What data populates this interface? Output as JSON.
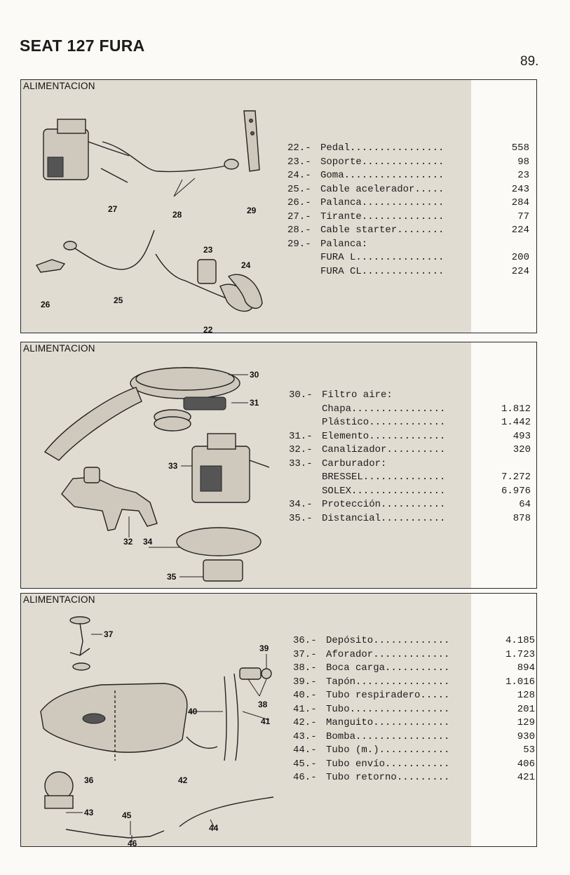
{
  "header": {
    "title": "SEAT 127 FURA",
    "page_number": "89."
  },
  "sections": [
    {
      "label": "ALIMENTACION",
      "callouts": [
        "27",
        "28",
        "29",
        "23",
        "24",
        "26",
        "25",
        "22"
      ],
      "items": [
        {
          "num": "22.-",
          "name": "Pedal................",
          "price": "558"
        },
        {
          "num": "23.-",
          "name": "Soporte..............",
          "price": "98"
        },
        {
          "num": "24.-",
          "name": "Goma.................",
          "price": "23"
        },
        {
          "num": "25.-",
          "name": "Cable acelerador.....",
          "price": "243"
        },
        {
          "num": "26.-",
          "name": "Palanca..............",
          "price": "284"
        },
        {
          "num": "27.-",
          "name": "Tirante..............",
          "price": "77"
        },
        {
          "num": "28.-",
          "name": "Cable starter........",
          "price": "224"
        },
        {
          "num": "29.-",
          "name": "Palanca:",
          "price": ""
        },
        {
          "num": "",
          "name": "FURA L...............",
          "price": "200"
        },
        {
          "num": "",
          "name": "FURA CL..............",
          "price": "224"
        }
      ]
    },
    {
      "label": "ALIMENTACION",
      "callouts": [
        "30",
        "31",
        "33",
        "32",
        "34",
        "35"
      ],
      "items": [
        {
          "num": "30.-",
          "name": "Filtro aire:",
          "price": ""
        },
        {
          "num": "",
          "name": "Chapa................",
          "price": "1.812"
        },
        {
          "num": "",
          "name": "Plástico.............",
          "price": "1.442"
        },
        {
          "num": "31.-",
          "name": "Elemento.............",
          "price": "493"
        },
        {
          "num": "32.-",
          "name": "Canalizador..........",
          "price": "320"
        },
        {
          "num": "33.-",
          "name": "Carburador:",
          "price": ""
        },
        {
          "num": "",
          "name": "BRESSEL..............",
          "price": "7.272"
        },
        {
          "num": "",
          "name": "SOLEX................",
          "price": "6.976"
        },
        {
          "num": "34.-",
          "name": "Protección...........",
          "price": "64"
        },
        {
          "num": "35.-",
          "name": "Distancial...........",
          "price": "878"
        }
      ]
    },
    {
      "label": "ALIMENTACION",
      "callouts": [
        "37",
        "39",
        "40",
        "38",
        "41",
        "36",
        "42",
        "43",
        "45",
        "44",
        "46"
      ],
      "items": [
        {
          "num": "36.-",
          "name": "Depósito.............",
          "price": "4.185"
        },
        {
          "num": "37.-",
          "name": "Aforador.............",
          "price": "1.723"
        },
        {
          "num": "38.-",
          "name": "Boca carga...........",
          "price": "894"
        },
        {
          "num": "39.-",
          "name": "Tapón................",
          "price": "1.016"
        },
        {
          "num": "40.-",
          "name": "Tubo respiradero.....",
          "price": "128"
        },
        {
          "num": "41.-",
          "name": "Tubo.................",
          "price": "201"
        },
        {
          "num": "42.-",
          "name": "Manguito.............",
          "price": "129"
        },
        {
          "num": "43.-",
          "name": "Bomba................",
          "price": "930"
        },
        {
          "num": "44.-",
          "name": "Tubo (m.)............",
          "price": "53"
        },
        {
          "num": "45.-",
          "name": "Tubo envío...........",
          "price": "406"
        },
        {
          "num": "46.-",
          "name": "Tubo retorno.........",
          "price": "421"
        }
      ]
    }
  ]
}
